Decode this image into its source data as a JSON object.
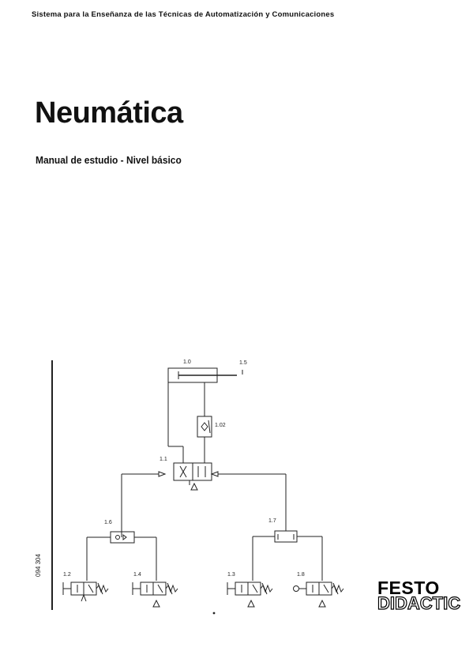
{
  "header": {
    "series": "Sistema para la Enseñanza de las Técnicas de Automatización y Comunicaciones"
  },
  "title": "Neumática",
  "subtitle": "Manual de estudio - Nivel básico",
  "doc_number": "094 304",
  "diagram": {
    "labels": {
      "cylinder": "1.0",
      "limit": "1.5",
      "flow_valve": "1.02",
      "main_valve": "1.1",
      "shuttle_or": "1.6",
      "and_valve": "1.7",
      "v12": "1.2",
      "v14": "1.4",
      "v13": "1.3",
      "v18": "1.8"
    }
  },
  "logo": {
    "line1": "FESTO",
    "line2": "DIDACTIC"
  }
}
